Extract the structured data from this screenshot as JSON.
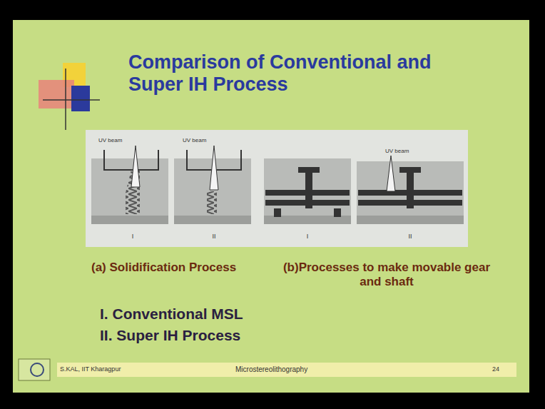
{
  "diagram": {
    "title": "Comparison of Conventional and Super IH Process",
    "labels": [
      "UV beam",
      "UV beam",
      "UV beam",
      "I",
      "II",
      "I",
      "II",
      "(a) Solidification Process",
      "(b)Processes to make movable gear and shaft",
      "I. Conventional MSL",
      "II. Super IH Process",
      "S.KAL, IIT Kharagpur",
      "Microstereolithography",
      "24"
    ]
  }
}
